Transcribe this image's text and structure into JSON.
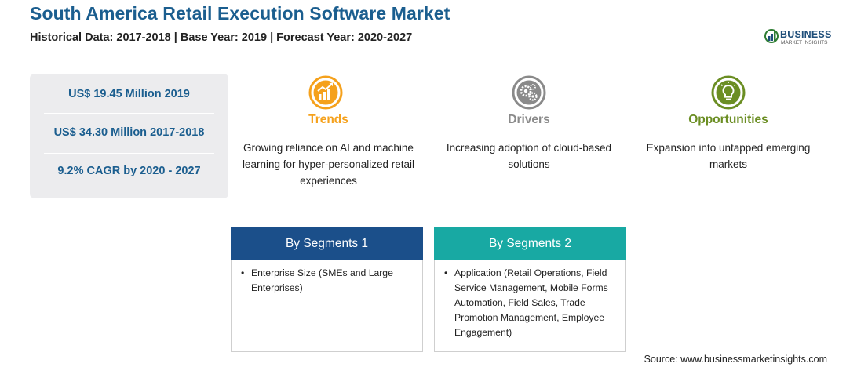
{
  "header": {
    "title": "South America Retail Execution Software Market",
    "subtitle": "Historical Data: 2017-2018 | Base Year: 2019 | Forecast Year: 2020-2027"
  },
  "logo": {
    "name": "BUSINESS",
    "tagline": "MARKET INSIGHTS"
  },
  "stats": [
    "US$ 19.45 Million 2019",
    "US$ 34.30 Million 2017-2018",
    "9.2% CAGR by 2020 - 2027"
  ],
  "columns": {
    "trends": {
      "title": "Trends",
      "text": "Growing reliance on AI and machine learning for hyper-personalized retail experiences",
      "color": "#f5a11c",
      "icon": "bar-chart-growth-icon"
    },
    "drivers": {
      "title": "Drivers",
      "text": "Increasing adoption of cloud-based solutions",
      "color": "#8a8a8a",
      "icon": "gears-icon"
    },
    "opportunities": {
      "title": "Opportunities",
      "text": "Expansion into untapped emerging markets",
      "color": "#6b8e23",
      "icon": "lightbulb-icon"
    }
  },
  "segments": [
    {
      "title": "By Segments 1",
      "color": "#1b4f8a",
      "items": [
        "Enterprise Size (SMEs and Large Enterprises)"
      ]
    },
    {
      "title": "By Segments 2",
      "color": "#18a9a3",
      "items": [
        "Application (Retail Operations, Field Service Management, Mobile Forms Automation, Field Sales, Trade Promotion Management, Employee Engagement)"
      ]
    }
  ],
  "source": "Source: www.businessmarketinsights.com"
}
